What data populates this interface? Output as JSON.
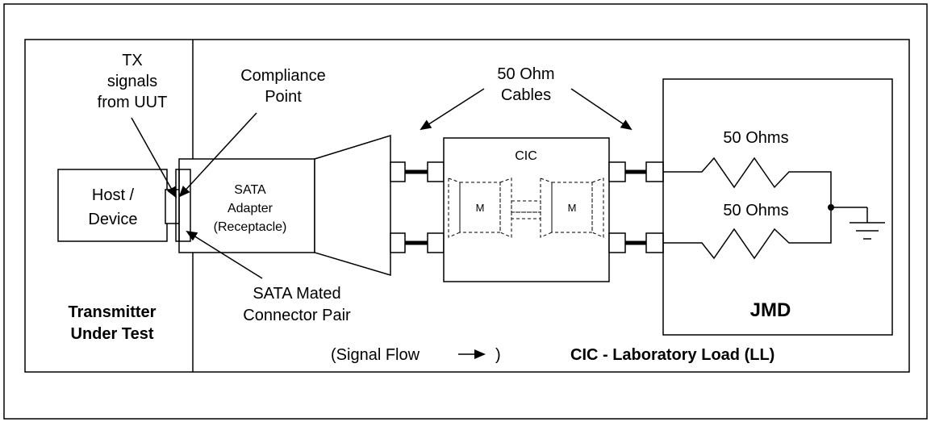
{
  "labels": {
    "tx_line1": "TX",
    "tx_line2": "signals",
    "tx_line3": "from UUT",
    "compliance_line1": "Compliance",
    "compliance_line2": "Point",
    "cables_line1": "50 Ohm",
    "cables_line2": "Cables",
    "host_line1": "Host /",
    "host_line2": "Device",
    "adapter_line1": "SATA",
    "adapter_line2": "Adapter",
    "adapter_line3": "(Receptacle)",
    "cic_title": "CIC",
    "m_left": "M",
    "m_right": "M",
    "resistor_top": "50 Ohms",
    "resistor_bottom": "50 Ohms",
    "jmd": "JMD",
    "mated_line1": "SATA Mated",
    "mated_line2": "Connector Pair",
    "tut_line1": "Transmitter",
    "tut_line2": "Under Test",
    "signal_flow_prefix": "(Signal Flow",
    "signal_flow_suffix": ")",
    "cic_ll": "CIC - Laboratory Load (LL)"
  }
}
